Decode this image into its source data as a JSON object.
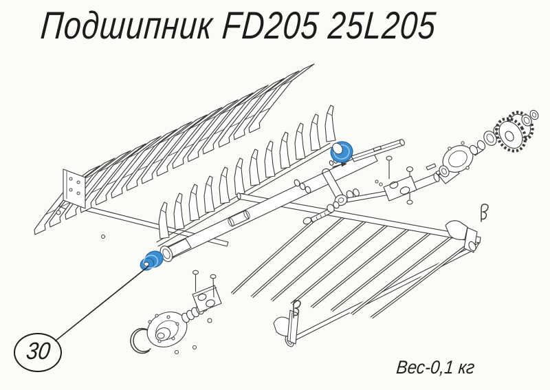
{
  "title": {
    "text": "Подшипник FD205 25L205"
  },
  "callout": {
    "number": "30"
  },
  "footer": {
    "weight_text": "Вес-0,1 кг"
  },
  "colors": {
    "highlight": "#3c8ed2",
    "highlight_dark": "#23649f",
    "highlight_light": "#9cc9ec",
    "line": "#3a3a3a",
    "background": "#fcfbf7",
    "text": "#1c1c1c"
  }
}
